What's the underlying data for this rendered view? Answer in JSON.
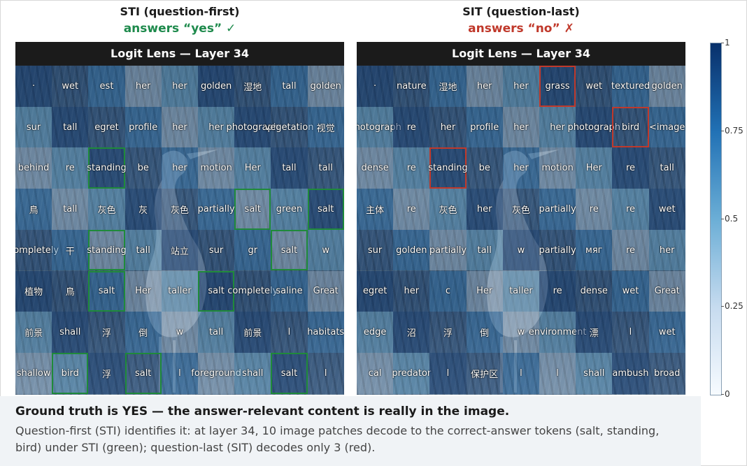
{
  "left": {
    "heading": "STI (question-first)",
    "answer": "answers “yes”  ✓",
    "answer_color": "#1e8a4c",
    "panel_title": "Logit Lens — Layer 34",
    "highlight_color": "#1f8a3a",
    "rows": [
      [
        "·",
        "wet",
        "est",
        "her",
        "her",
        "golden",
        "湿地",
        "tall",
        "golden"
      ],
      [
        "sur",
        "tall",
        "egret",
        "profile",
        "her",
        "her",
        "photograph",
        "vegetation",
        "视觉"
      ],
      [
        "behind",
        "re",
        "standing",
        "be",
        "her",
        "motion",
        "Her",
        "tall",
        "tall"
      ],
      [
        "鳥",
        "tall",
        "灰色",
        "灰",
        "灰色",
        "partially",
        "salt",
        "green",
        "salt"
      ],
      [
        "completely",
        "干",
        "standing",
        "tall",
        "站立",
        "sur",
        "gr",
        "salt",
        "w"
      ],
      [
        "植物",
        "鳥",
        "salt",
        "Her",
        "taller",
        "salt",
        "completely",
        "saline",
        "Great"
      ],
      [
        "前景",
        "shall",
        "浮",
        "倒",
        "w",
        "tall",
        "前景",
        "l",
        "habitats"
      ],
      [
        "shallow",
        "bird",
        "浮",
        "salt",
        "l",
        "foreground",
        "shall",
        "salt",
        "l"
      ]
    ],
    "highlights": [
      [
        2,
        2
      ],
      [
        3,
        6
      ],
      [
        3,
        8
      ],
      [
        4,
        2
      ],
      [
        4,
        7
      ],
      [
        5,
        2
      ],
      [
        5,
        5
      ],
      [
        7,
        1
      ],
      [
        7,
        3
      ],
      [
        7,
        7
      ]
    ]
  },
  "right": {
    "heading": "SIT (question-last)",
    "answer": "answers “no”  ✗",
    "answer_color": "#c0392b",
    "panel_title": "Logit Lens — Layer 34",
    "highlight_color": "#c0392b",
    "rows": [
      [
        "·",
        "nature",
        "湿地",
        "her",
        "her",
        "grass",
        "wet",
        "textured",
        "golden"
      ],
      [
        "photograph",
        "re",
        "her",
        "profile",
        "her",
        "her",
        "photograph",
        "bird",
        "<image"
      ],
      [
        "dense",
        "re",
        "standing",
        "be",
        "her",
        "motion",
        "Her",
        "re",
        "tall"
      ],
      [
        "主体",
        "re",
        "灰色",
        "her",
        "灰色",
        "partially",
        "re",
        "re",
        "wet"
      ],
      [
        "sur",
        "golden",
        "partially",
        "tall",
        "w",
        "partially",
        "мяг",
        "re",
        "her"
      ],
      [
        "egret",
        "her",
        "c",
        "Her",
        "taller",
        "re",
        "dense",
        "wet",
        "Great"
      ],
      [
        "edge",
        "沼",
        "浮",
        "倒",
        "w",
        "environment",
        "漂",
        "l",
        "wet"
      ],
      [
        "cal",
        "predator",
        "l",
        "保护区",
        "l",
        "l",
        "shall",
        "ambush",
        "broad"
      ]
    ],
    "highlights": [
      [
        0,
        5
      ],
      [
        1,
        7
      ],
      [
        2,
        2
      ]
    ]
  },
  "colorbar": {
    "ticks": [
      "1",
      "0.75",
      "0.5",
      "0.25",
      "0"
    ],
    "tick_values": [
      1,
      0.75,
      0.5,
      0.25,
      0
    ]
  },
  "caption": {
    "headline": "Ground truth is YES — the answer-relevant content is really in the image.",
    "body": "Question-first (STI) identifies it: at layer 34, 10 image patches decode to the correct-answer tokens (salt, standing, bird) under STI (green); question-last (SIT) decodes only 3 (red)."
  }
}
